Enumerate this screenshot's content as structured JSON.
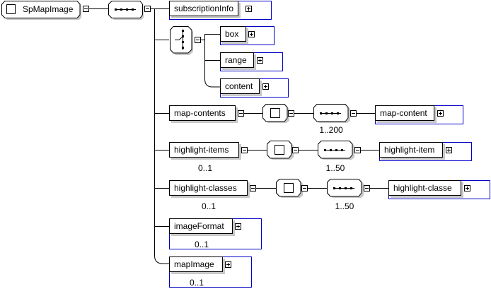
{
  "root": {
    "label": "SpMapImage"
  },
  "children": {
    "subscriptionInfo": {
      "label": "subscriptionInfo"
    },
    "choice_items": [
      {
        "label": "box"
      },
      {
        "label": "range"
      },
      {
        "label": "content"
      }
    ],
    "map_contents": {
      "label": "map-contents",
      "seq_cardinality": "1..200",
      "child": "map-content"
    },
    "highlight_items": {
      "label": "highlight-items",
      "cardinality": "0..1",
      "seq_cardinality": "1..50",
      "child": "highlight-item"
    },
    "highlight_classes": {
      "label": "highlight-classes",
      "cardinality": "0..1",
      "seq_cardinality": "1..50",
      "child": "highlight-classe"
    },
    "imageFormat": {
      "label": "imageFormat",
      "cardinality": "0..1"
    },
    "mapImage": {
      "label": "mapImage",
      "cardinality": "0..1"
    }
  },
  "colors": {
    "line": "#000000",
    "complex_border": "#0000c8",
    "shadow": "#c8c8c8"
  }
}
